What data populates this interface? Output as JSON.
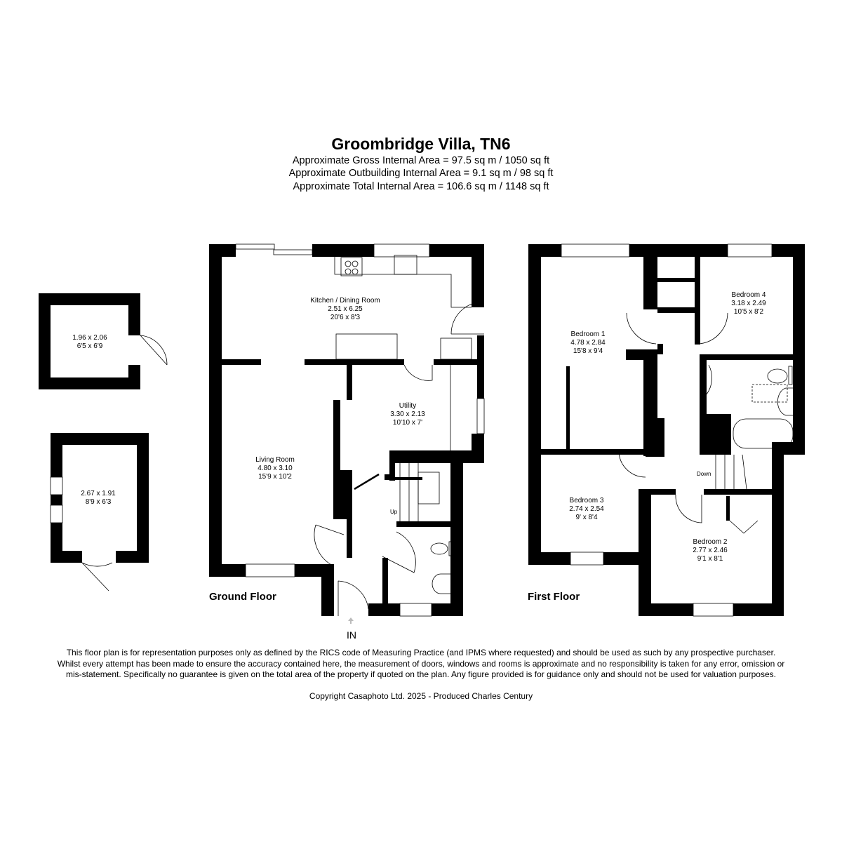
{
  "header": {
    "title": "Groombridge Villa, TN6",
    "gross_area": "Approximate Gross Internal Area = 97.5 sq m / 1050 sq ft",
    "outbuilding_area": "Approximate Outbuilding Internal Area = 9.1 sq m / 98 sq ft",
    "total_area": "Approximate Total Internal Area = 106.6 sq m / 1148 sq ft"
  },
  "outbuildings": [
    {
      "metric": "1.96 x 2.06",
      "imperial": "6'5 x 6'9"
    },
    {
      "metric": "2.67 x 1.91",
      "imperial": "8'9 x 6'3"
    }
  ],
  "ground_floor": {
    "label": "Ground Floor",
    "entrance": "IN",
    "stairs": "Up",
    "rooms": [
      {
        "name": "Kitchen / Dining Room",
        "metric": "2.51 x 6.25",
        "imperial": "20'6 x 8'3"
      },
      {
        "name": "Utility",
        "metric": "3.30 x 2.13",
        "imperial": "10'10 x 7'"
      },
      {
        "name": "Living Room",
        "metric": "4.80 x 3.10",
        "imperial": "15'9 x 10'2"
      }
    ]
  },
  "first_floor": {
    "label": "First Floor",
    "stairs": "Down",
    "rooms": [
      {
        "name": "Bedroom 1",
        "metric": "4.78 x 2.84",
        "imperial": "15'8 x 9'4"
      },
      {
        "name": "Bedroom 4",
        "metric": "3.18 x 2.49",
        "imperial": "10'5 x 8'2"
      },
      {
        "name": "Bedroom 3",
        "metric": "2.74 x 2.54",
        "imperial": "9' x 8'4"
      },
      {
        "name": "Bedroom 2",
        "metric": "2.77 x 2.46",
        "imperial": "9'1 x 8'1"
      }
    ]
  },
  "footer": {
    "disclaimer": "This floor plan is for representation purposes only as defined by the RICS code of Measuring Practice (and IPMS where requested) and should be used as such by any prospective purchaser. Whilst every attempt has been made to ensure the accuracy contained here, the measurement of doors, windows and rooms is approximate and no responsibility is taken for any error, omission or mis-statement. Specifically no guarantee is given on the total area of the property if quoted on the plan. Any figure provided is for guidance only and should not be used for valuation purposes.",
    "copyright": "Copyright Casaphoto Ltd. 2025 - Produced Charles Century"
  }
}
